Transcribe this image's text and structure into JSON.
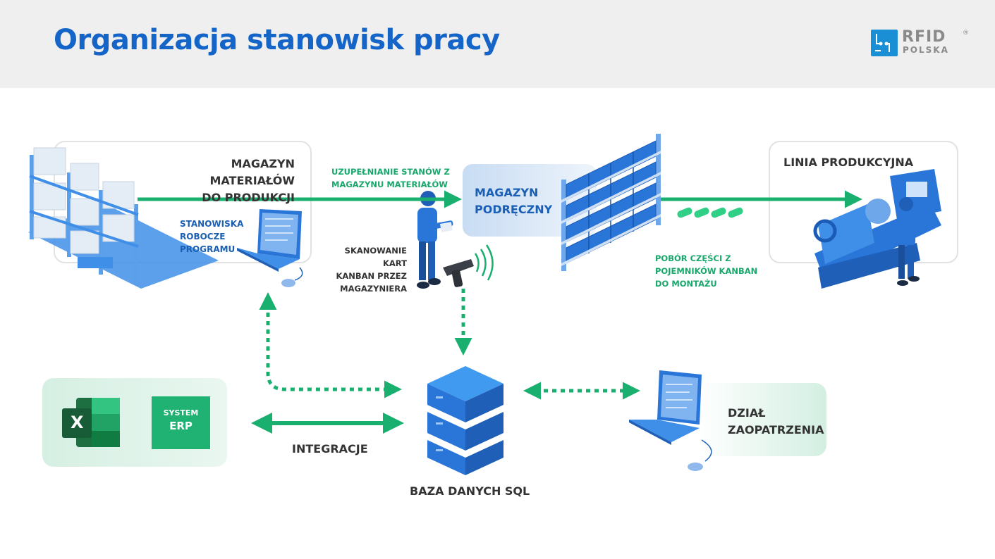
{
  "header": {
    "title": "Organizacja stanowisk pracy",
    "logo": {
      "main": "RFID",
      "sub": "POLSKA",
      "mark": "®"
    }
  },
  "nodes": {
    "warehouse": [
      "MAGAZYN MATERIAŁÓW",
      "DO PRODUKCJI"
    ],
    "workstations": [
      "STANOWISKA",
      "ROBOCZE",
      "PROGRAMU"
    ],
    "replenish": [
      "UZUPEŁNIANIE STANÓW Z",
      "MAGAZYNU MATERIAŁÓW"
    ],
    "scanning": [
      "SKANOWANIE KART",
      "KANBAN PRZEZ",
      "MAGAZYNIERA"
    ],
    "local_store": [
      "MAGAZYN",
      "PODRĘCZNY"
    ],
    "picking": [
      "POBÓR CZĘŚCI Z",
      "POJEMNIKÓW KANBAN",
      "DO MONTAŻU"
    ],
    "production_line": "LINIA PRODUKCYJNA",
    "erp": [
      "SYSTEM",
      "ERP"
    ],
    "excel_letter": "X",
    "integration": "INTEGRACJE",
    "database": "BAZA DANYCH SQL",
    "procurement": [
      "DZIAŁ",
      "ZAOPATRZENIA"
    ]
  },
  "colors": {
    "blue": "#1565c8",
    "green": "#19b06f",
    "light_green": "#dff3ea",
    "light_blue": "#d7e6f7"
  }
}
